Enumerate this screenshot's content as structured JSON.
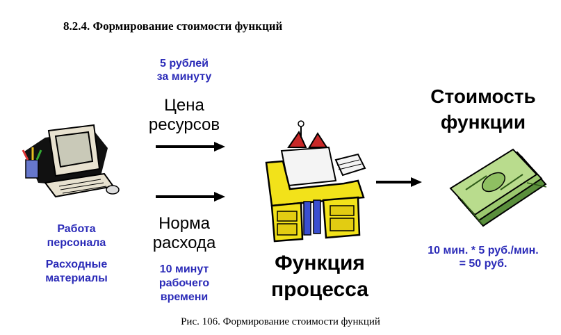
{
  "heading": "8.2.4. Формирование стоимости функций",
  "rate": {
    "line1": "5 рублей",
    "line2": "за минуту"
  },
  "price": {
    "line1": "Цена",
    "line2": "ресурсов"
  },
  "norm": {
    "line1": "Норма",
    "line2": "расхода"
  },
  "time": {
    "line1": "10 минут",
    "line2": "рабочего",
    "line3": "времени"
  },
  "resources": {
    "labor_line1": "Работа",
    "labor_line2": "персонала",
    "materials_line1": "Расходные",
    "materials_line2": "материалы"
  },
  "function": {
    "line1": "Функция",
    "line2": "процесса"
  },
  "cost": {
    "line1": "Стоимость",
    "line2": "функции"
  },
  "calc": {
    "line1": "10 мин. * 5 руб./мин.",
    "line2": "= 50 руб."
  },
  "caption": "Рис. 106. Формирование стоимости функций",
  "colors": {
    "label_blue": "#2b2bb8",
    "arrow": "#000000"
  },
  "icons": [
    "computer-icon",
    "desk-icon",
    "money-icon"
  ]
}
